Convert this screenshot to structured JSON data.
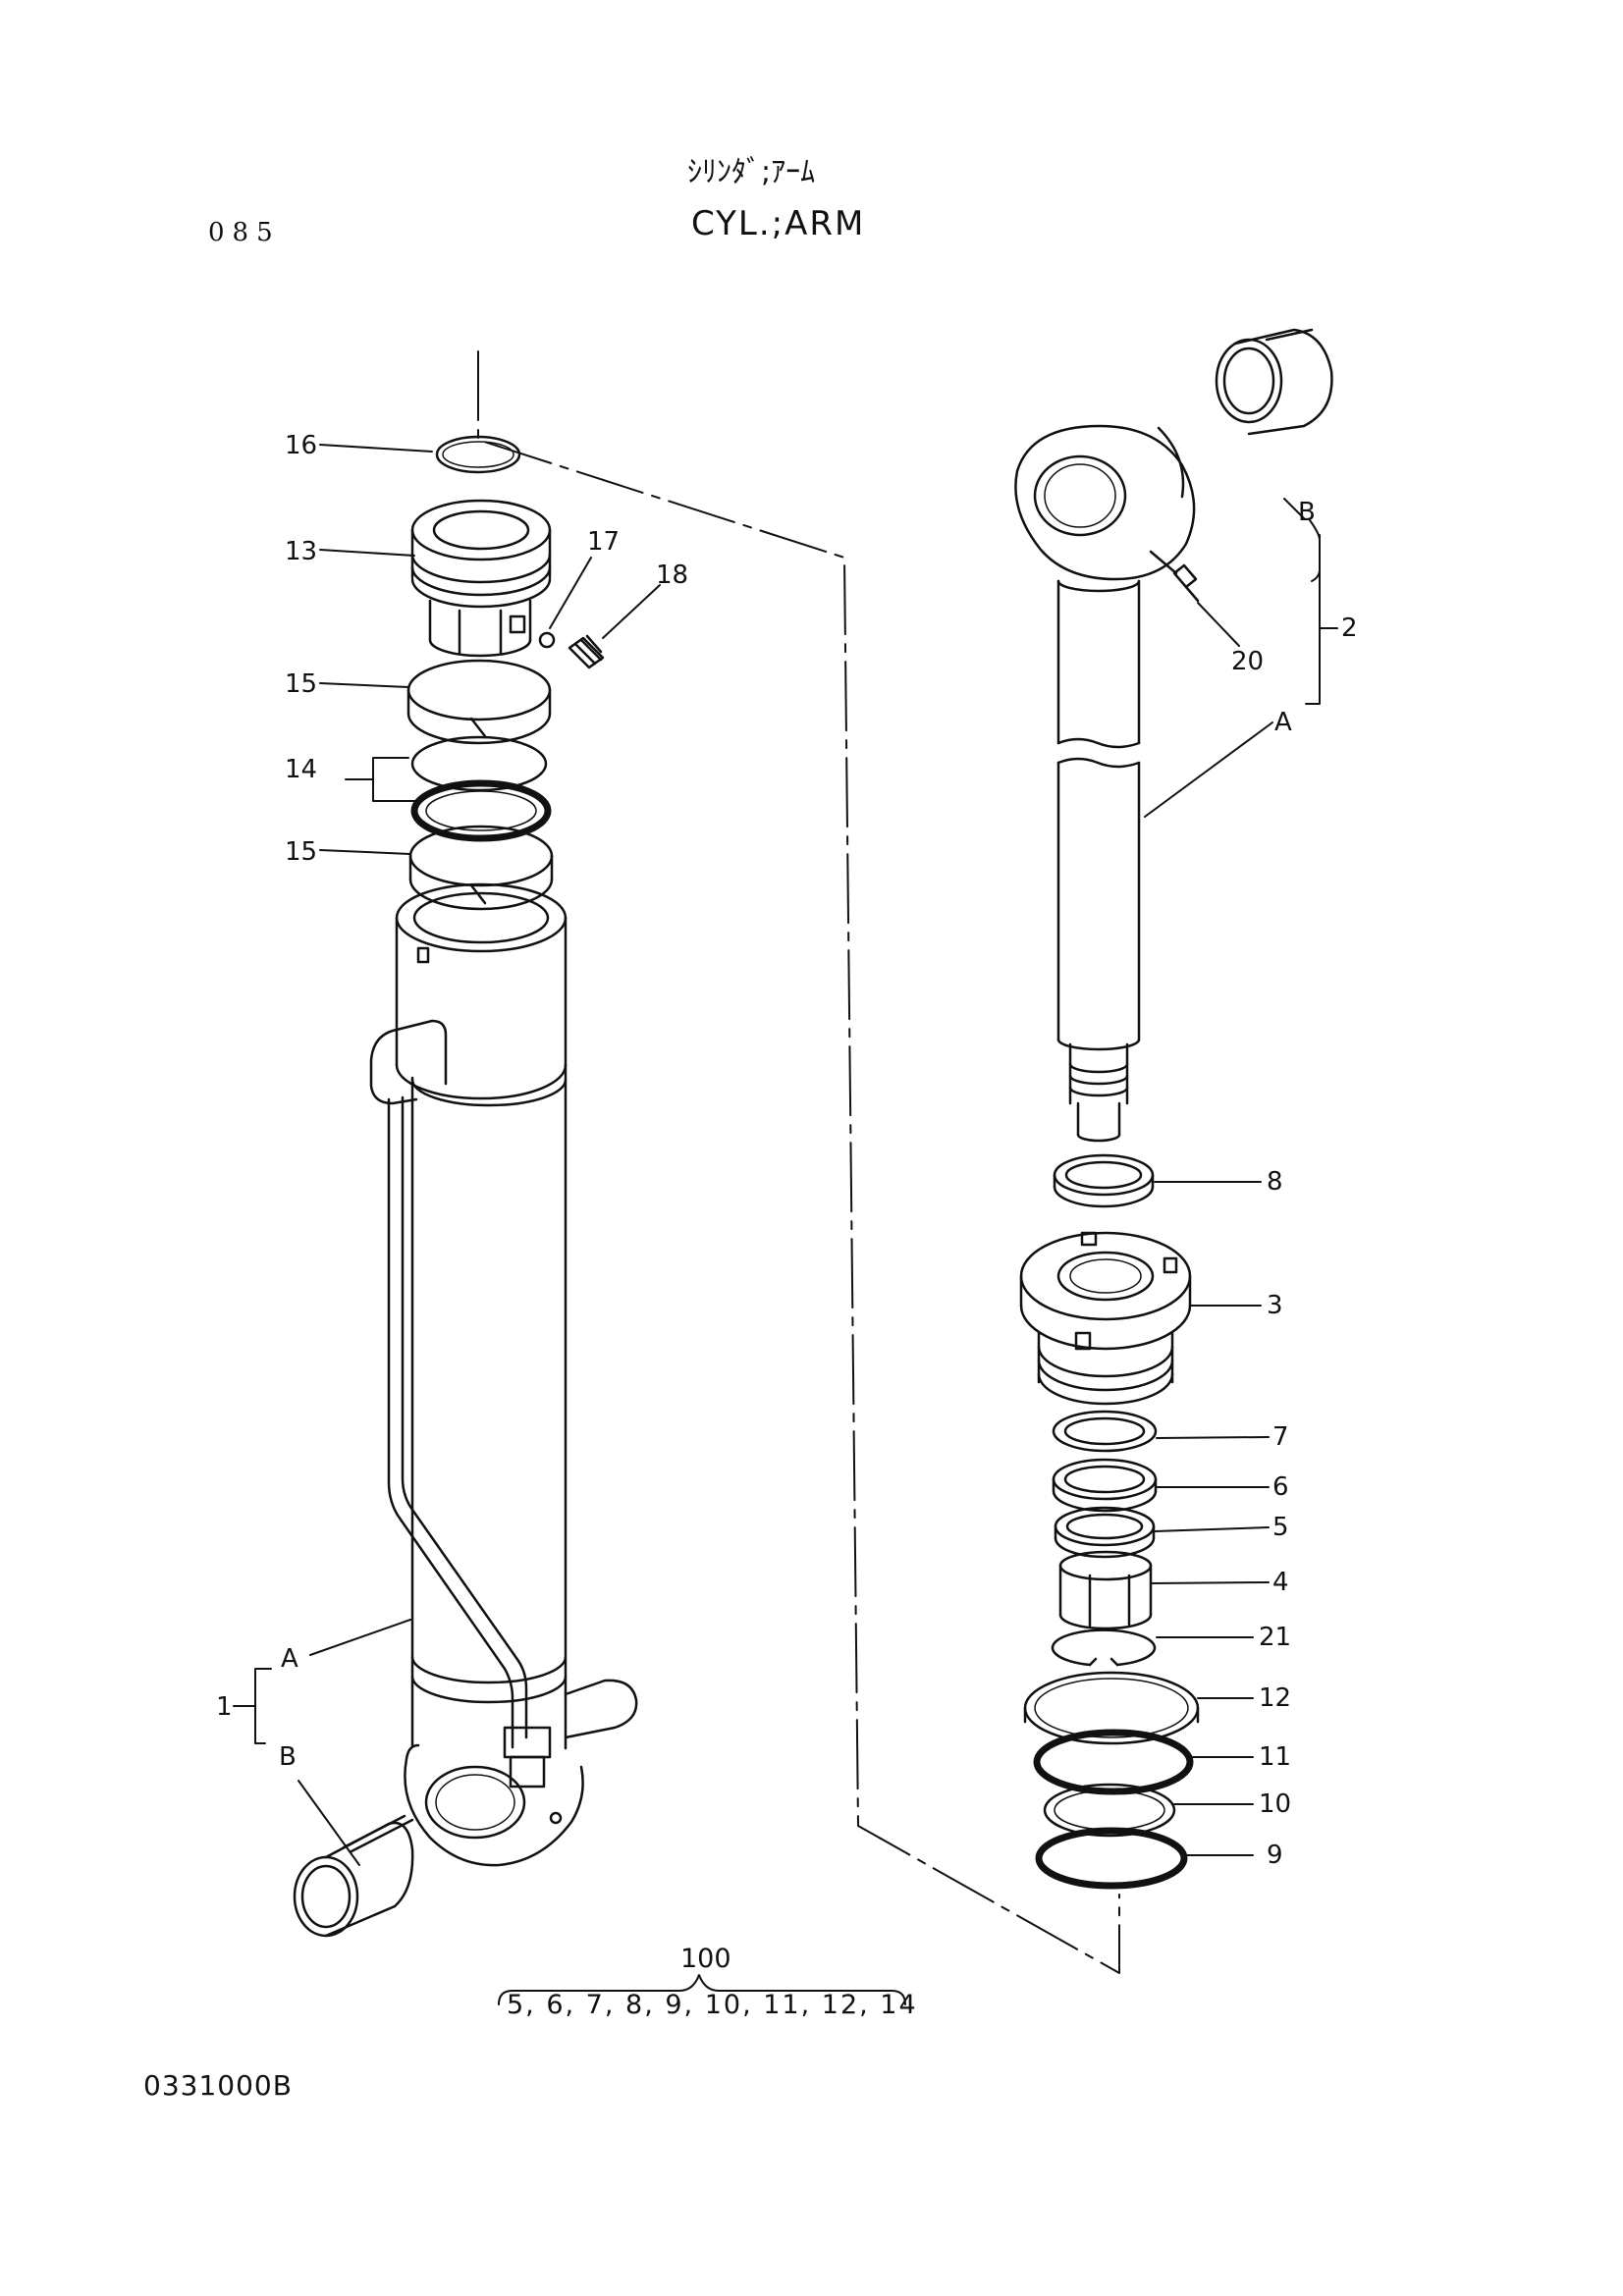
{
  "header": {
    "page_number": "085",
    "title_jp": "ｼﾘﾝﾀﾞ;ｱｰﾑ",
    "title_en": "CYL.;ARM"
  },
  "footer": {
    "doc_code": "0331000B"
  },
  "kit": {
    "number": "100",
    "items": "5, 6, 7, 8, 9, 10, 11, 12, 14"
  },
  "callouts": {
    "c1": "1",
    "c2": "2",
    "c3": "3",
    "c4": "4",
    "c5": "5",
    "c6": "6",
    "c7": "7",
    "c8": "8",
    "c9": "9",
    "c10": "10",
    "c11": "11",
    "c12": "12",
    "c13": "13",
    "c14": "14",
    "c15a": "15",
    "c15b": "15",
    "c16": "16",
    "c17": "17",
    "c18": "18",
    "c20": "20",
    "c21": "21",
    "a_left": "A",
    "b_left": "B",
    "a_right": "A",
    "b_right": "B"
  }
}
